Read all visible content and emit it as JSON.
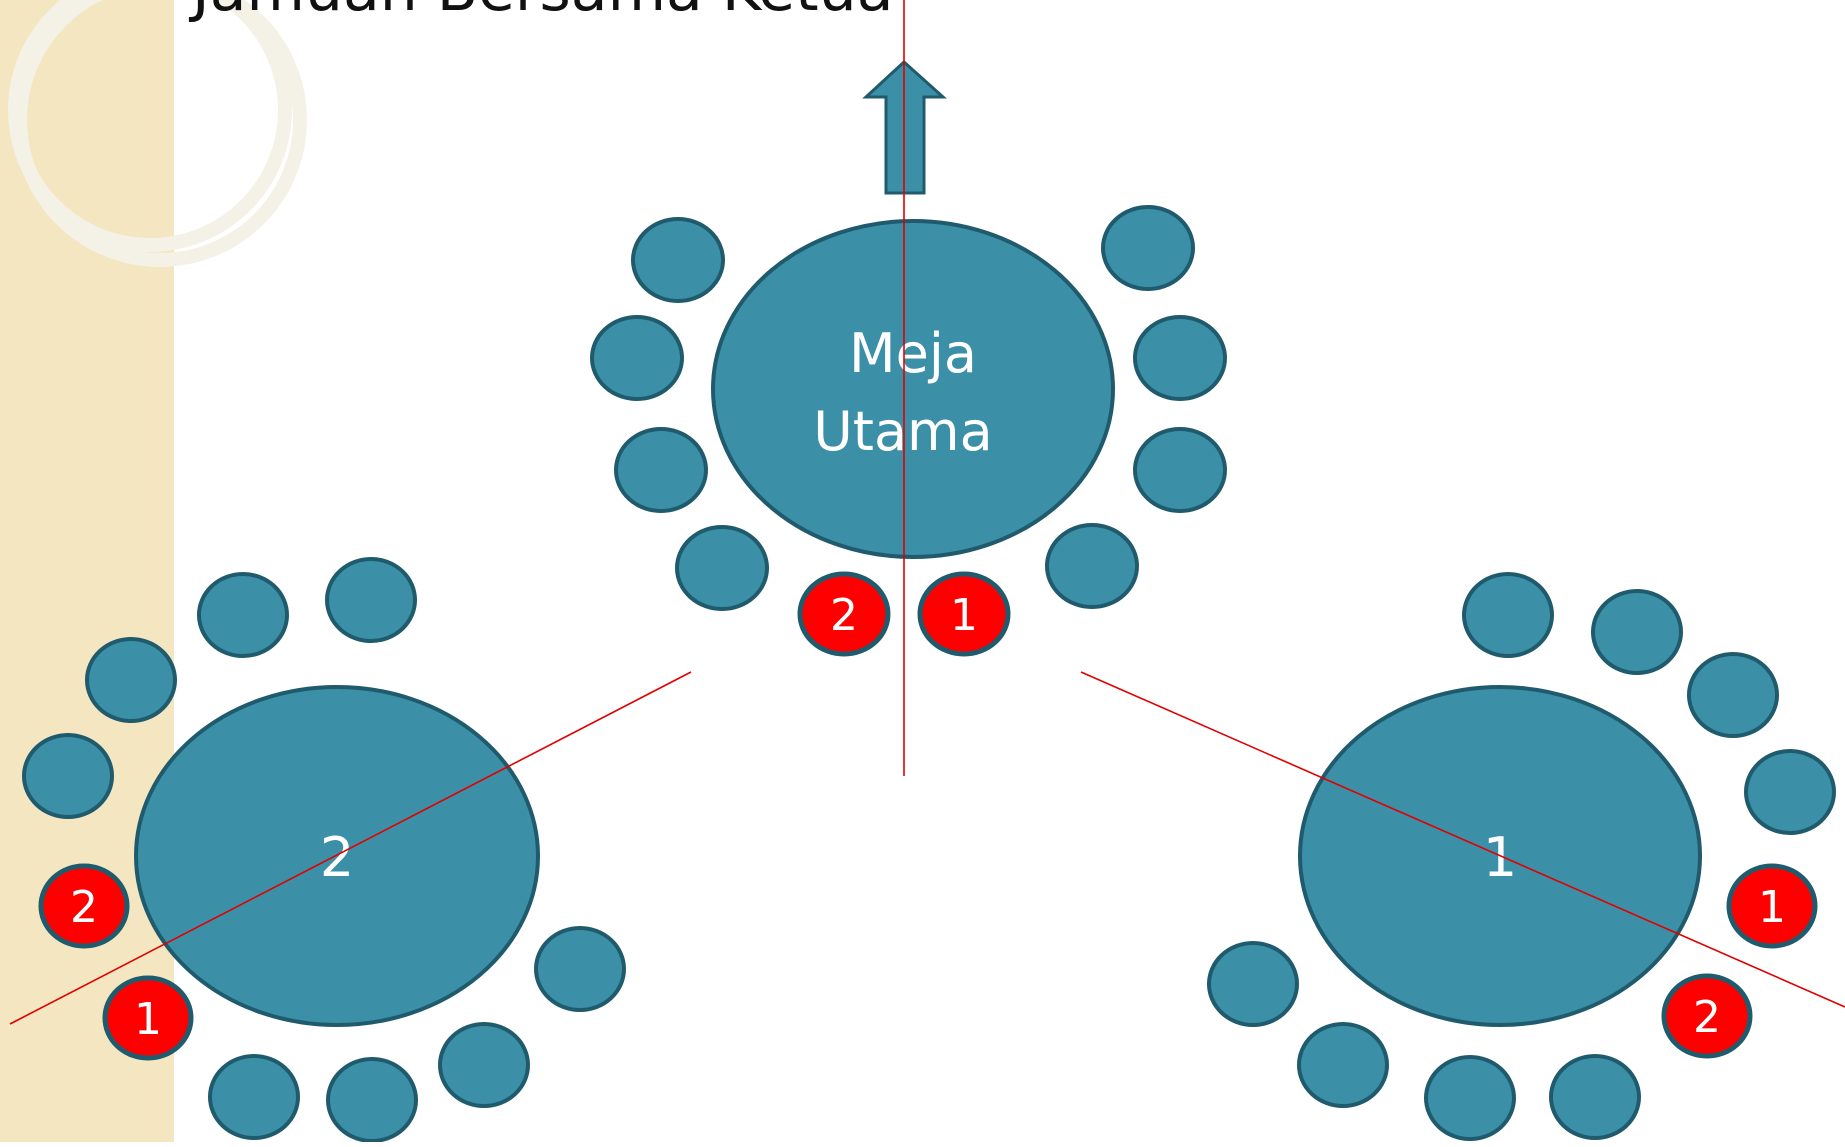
{
  "slide": {
    "title": "Jamuan Bersama Ketua",
    "colors": {
      "background": "#ffffff",
      "side_band": "#f3e6c0",
      "rings": "#f4f1e6",
      "title_text": "#111111",
      "table_fill": "#3b8fa7",
      "table_stroke": "#1f5b6c",
      "seat_fill": "#3b8fa7",
      "seat_stroke": "#1f5b6c",
      "marker_fill": "#ff0000",
      "marker_stroke": "#1f5b6c",
      "label_text": "#ffffff",
      "guide_line": "#e00000"
    }
  },
  "arrow": {
    "icon": "up-arrow-icon",
    "meaning": "direction of front"
  },
  "tables": {
    "main": {
      "label_line1": "Meja",
      "label_line2": "Utama",
      "marker_left": "2",
      "marker_right": "1"
    },
    "left": {
      "label": "2",
      "marker_a": "2",
      "marker_b": "1"
    },
    "right": {
      "label": "1",
      "marker_a": "1",
      "marker_b": "2"
    }
  }
}
